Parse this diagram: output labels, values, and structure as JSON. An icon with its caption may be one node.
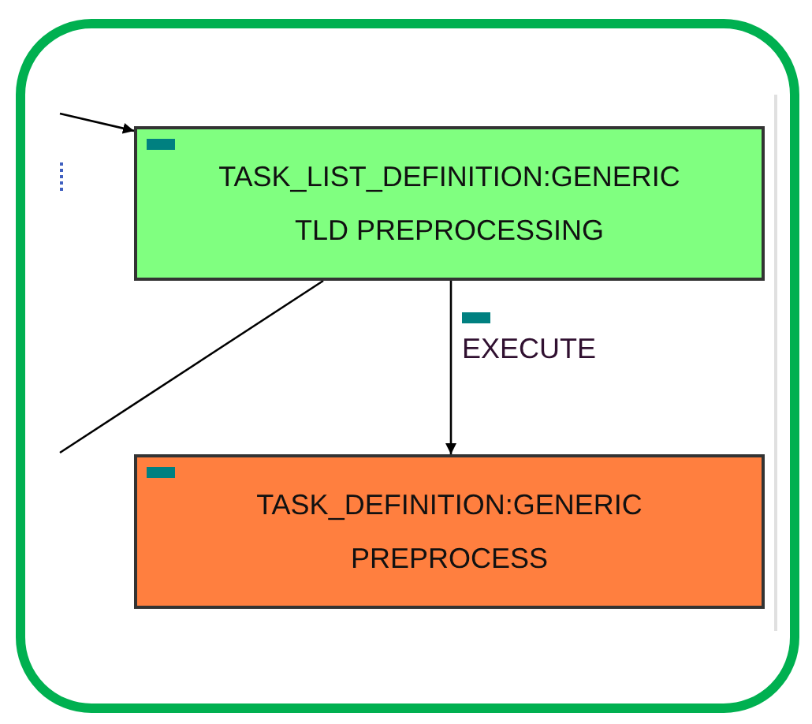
{
  "diagram": {
    "nodes": [
      {
        "text": [
          "TASK_LIST_DEFINITION:GENERIC",
          "TLD PREPROCESSING"
        ]
      },
      {
        "text": [
          "TASK_DEFINITION:GENERIC",
          "PREPROCESS"
        ]
      }
    ],
    "edges": [
      {
        "from": null,
        "to": 0,
        "arrow": "to"
      },
      {
        "from": 0,
        "to": 1,
        "arrow": "to",
        "label": "EXECUTE"
      },
      {
        "from": 0,
        "to": null,
        "arrow": "none"
      }
    ]
  }
}
